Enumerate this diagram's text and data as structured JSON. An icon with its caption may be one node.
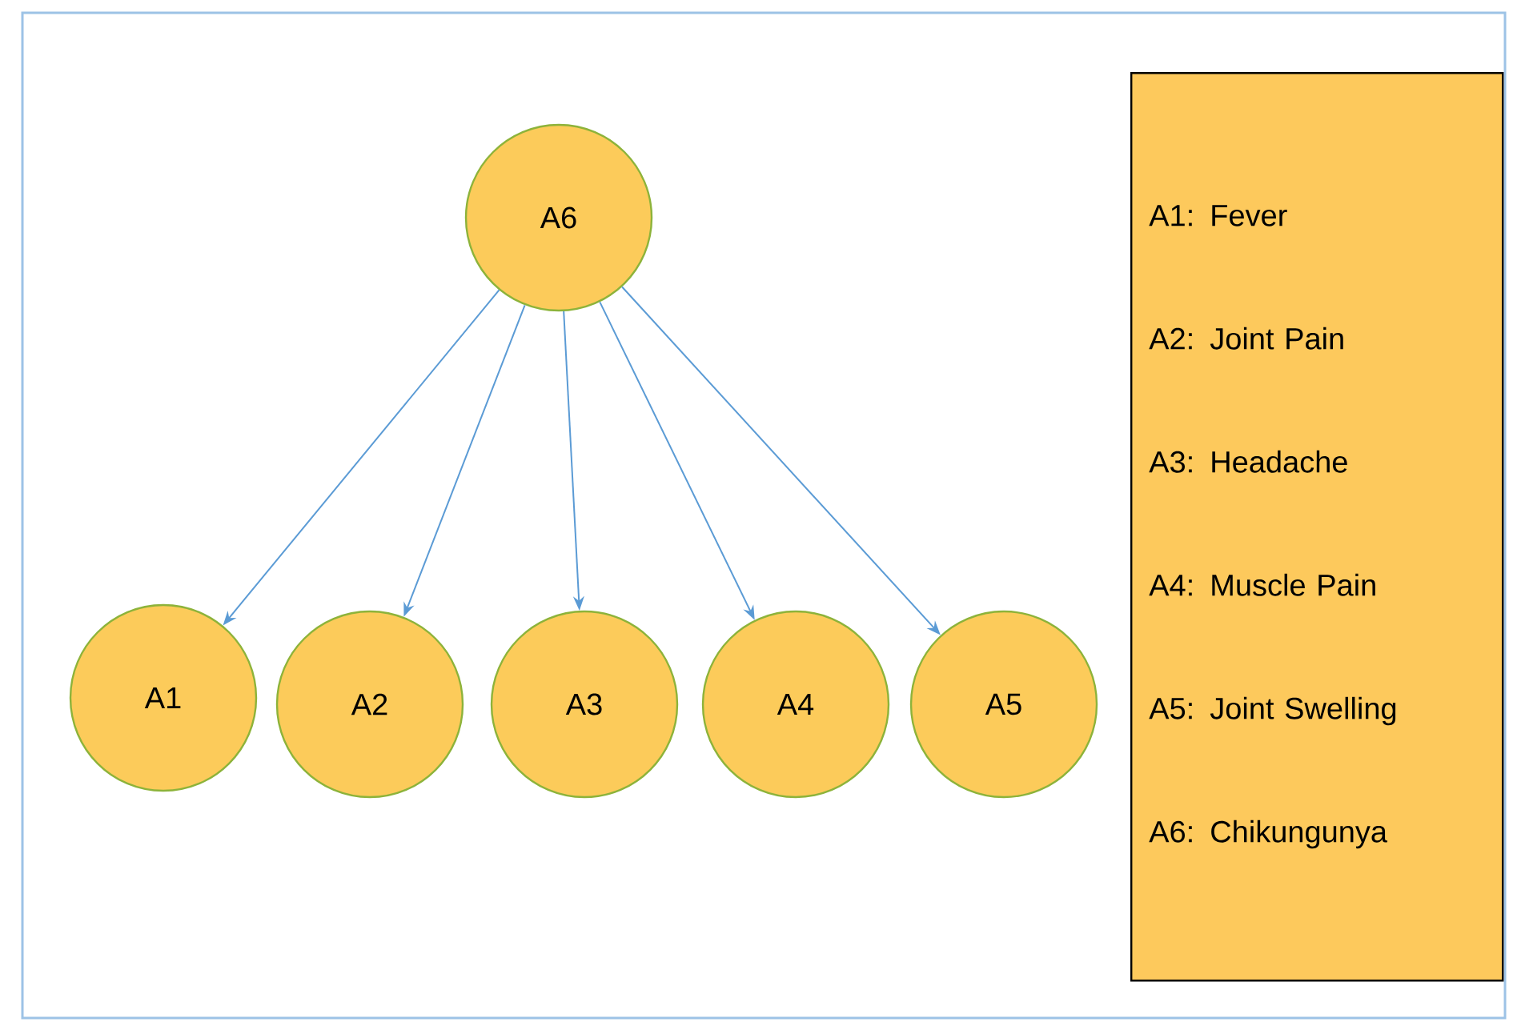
{
  "diagram": {
    "nodes": [
      {
        "text": [
          "A6"
        ]
      },
      {
        "text": [
          "A1"
        ]
      },
      {
        "text": [
          "A2"
        ]
      },
      {
        "text": [
          "A3"
        ]
      },
      {
        "text": [
          "A4"
        ]
      },
      {
        "text": [
          "A5"
        ]
      },
      {
        "text": [
          "A1: Fever",
          "A2: Joint Pain",
          "A3: Headache",
          "A4: Muscle Pain",
          "A5: Joint Swelling",
          "A6: Chikungunya"
        ]
      }
    ],
    "edges": [
      {
        "from": 0,
        "to": 1,
        "arrow": "to"
      },
      {
        "from": 0,
        "to": 2,
        "arrow": "to"
      },
      {
        "from": 0,
        "to": 3,
        "arrow": "to"
      },
      {
        "from": 0,
        "to": 4,
        "arrow": "to"
      },
      {
        "from": 0,
        "to": 5,
        "arrow": "to"
      }
    ]
  }
}
